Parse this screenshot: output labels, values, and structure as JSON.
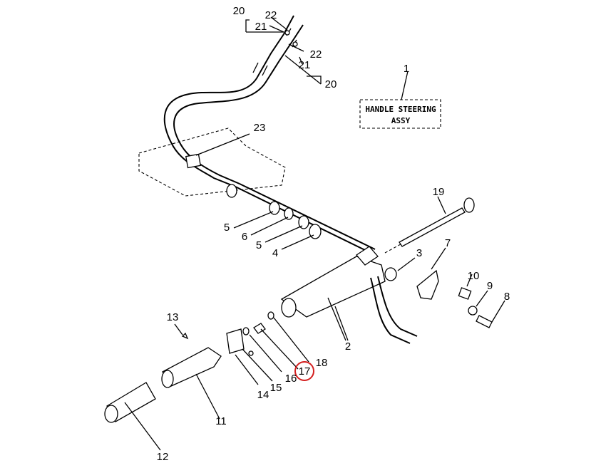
{
  "title_box": {
    "line1": "HANDLE STEERING",
    "line2": "ASSY",
    "ref": "1"
  },
  "labels": {
    "p2": "2",
    "p3": "3",
    "p4": "4",
    "p5a": "5",
    "p5b": "5",
    "p6": "6",
    "p7": "7",
    "p8": "8",
    "p9": "9",
    "p10": "10",
    "p11": "11",
    "p12": "12",
    "p13": "13",
    "p14": "14",
    "p15": "15",
    "p16": "16",
    "p17": "17",
    "p18": "18",
    "p19": "19",
    "p20a": "20",
    "p20b": "20",
    "p21a": "21",
    "p21b": "21",
    "p22a": "22",
    "p22b": "22",
    "p23": "23"
  },
  "highlight": {
    "part": "17",
    "color": "#d42020"
  }
}
